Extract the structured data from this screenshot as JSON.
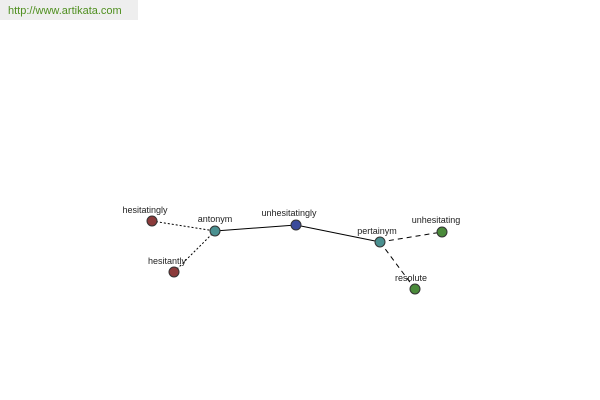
{
  "header": {
    "url_text": "http://www.artikata.com"
  },
  "colors": {
    "url_text": "#4f8f1f",
    "url_background": "#eeeeee",
    "node_red": "#8b3a3a",
    "node_teal": "#4a9090",
    "node_blue": "#3a4a9a",
    "node_green": "#4a8a3a",
    "edge": "#000000"
  },
  "graph": {
    "nodes": {
      "hesitatingly": {
        "label": "hesitatingly",
        "color": "#8b3a3a"
      },
      "hesitantly": {
        "label": "hesitantly",
        "color": "#8b3a3a"
      },
      "antonym": {
        "label": "antonym",
        "color": "#4a9090"
      },
      "unhesitatingly": {
        "label": "unhesitatingly",
        "color": "#3a4a9a"
      },
      "pertainym": {
        "label": "pertainym",
        "color": "#4a9090"
      },
      "unhesitating": {
        "label": "unhesitating",
        "color": "#4a8a3a"
      },
      "resolute": {
        "label": "resolute",
        "color": "#4a8a3a"
      }
    },
    "edges": [
      {
        "from": "hesitatingly",
        "to": "antonym",
        "style": "dotted"
      },
      {
        "from": "hesitantly",
        "to": "antonym",
        "style": "dotted"
      },
      {
        "from": "antonym",
        "to": "unhesitatingly",
        "style": "solid"
      },
      {
        "from": "unhesitatingly",
        "to": "pertainym",
        "style": "solid"
      },
      {
        "from": "pertainym",
        "to": "unhesitating",
        "style": "dashed"
      },
      {
        "from": "pertainym",
        "to": "resolute",
        "style": "dashed"
      }
    ]
  }
}
